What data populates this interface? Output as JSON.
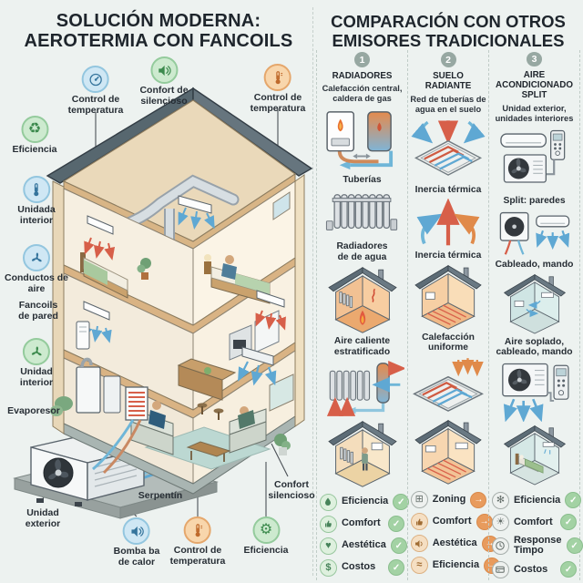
{
  "palette": {
    "background": "#edf2f0",
    "heading_text": "#1e252c",
    "blue_badge": "#cfe7f4",
    "green_badge": "#cdeacf",
    "orange_badge": "#f8d6ac",
    "number_badge": "#97a8a2",
    "check_green": "#a3d2a4",
    "arrow_orange": "#e89b5d",
    "heat_red": "#d75f49",
    "cool_blue": "#5fa8d3",
    "roof_gray": "#57676f",
    "wood_floor": "#d9b384"
  },
  "left": {
    "title": "SOLUCIÓN MODERNA:\nAEROTERMIA CON FANCOILS",
    "illustration": "isometric-cutaway-house-with-aerothermal-fancoil-system",
    "labels": {
      "control_temp_top_left": "Control de\ntemperatura",
      "confort_top": "Confort de\nsilencioso",
      "control_temp_top_right": "Control de\ntemperatura",
      "eficiencia_left": "Eficiencia",
      "unidad_interior_upper": "Unidada\ninterior",
      "conductos": "Conductos de\naire",
      "fancoils": "Fancoils\nde pared",
      "unidad_interior_lower": "Unidad\ninterior",
      "evaporesor": "Evaporesor",
      "unidad_exterior": "Unidad\nexterior",
      "serpentin": "Serpentín",
      "bomba": "Bomba ba\nde calor",
      "control_temp_bottom": "Control de\ntemperatura",
      "eficiencia_bottom": "Eficiencia",
      "confort_bottom": "Confort\nsilencioso"
    },
    "icon_names": [
      "thermostat-dial-icon",
      "speaker-icon",
      "thermometer-icon",
      "recycle-icon",
      "thermometer-icon",
      "fan-icon",
      "fan-icon",
      "speaker-icon",
      "thermometer-icon",
      "gear-check-icon"
    ]
  },
  "right": {
    "title": "COMPARACIÓN CON OTROS\nEMISORES TRADICIONALES",
    "columns": [
      {
        "number": "1",
        "title": "RADIADORES",
        "subtitle": "Calefacción central,\ncaldera de gas",
        "figures": [
          "gas-boiler-and-tank",
          "water-radiator",
          "hot-air-house",
          "radiator-with-cylinder",
          "house-with-radiator-and-person"
        ],
        "captions": [
          "Tuberías",
          "Radiadores\nde de agua",
          "Aire caliente\nestratificado"
        ],
        "checklist": [
          {
            "icon": "water-drop-icon",
            "label": "Eficiencia",
            "status": "✓"
          },
          {
            "icon": "thumbs-up-icon",
            "label": "Comfort",
            "status": "✓"
          },
          {
            "icon": "heart-icon",
            "label": "Aestética",
            "status": "✓"
          },
          {
            "icon": "dollar-icon",
            "label": "Costos",
            "status": "✓"
          }
        ]
      },
      {
        "number": "2",
        "title": "SUELO\nRADIANTE",
        "subtitle": "Red de tuberías de\nagua en el suelo",
        "figures": [
          "floor-coil-with-down-arrows",
          "rising-heat-arrows",
          "radiant-floor-house",
          "floor-coil-tray",
          "radiant-floor-house-2"
        ],
        "captions": [
          "Inercia térmica",
          "Inercia térmica",
          "Calefacción\nuniforme"
        ],
        "checklist": [
          {
            "icon": "zoning-grid-icon",
            "label": "Zoning",
            "status": "→"
          },
          {
            "icon": "thumbs-up-icon",
            "label": "Comfort",
            "status": "→"
          },
          {
            "icon": "speaker-icon",
            "label": "Aestética",
            "status": "→"
          },
          {
            "icon": "wave-icon",
            "label": "Eficiencia",
            "status": "→"
          }
        ]
      },
      {
        "number": "3",
        "title": "AIRE ACONDICIONADO\nSPLIT",
        "subtitle": "Unidad exterior,\nunidades interiores",
        "figures": [
          "indoor-unit-remote-outdoor-unit",
          "fan-and-wall-unit",
          "cooled-house",
          "outdoor-unit-with-remote",
          "bedroom-house-with-split"
        ],
        "captions": [
          "Split: paredes",
          "Cableado, mando",
          "Aire soplado,\ncableado, mando"
        ],
        "checklist": [
          {
            "icon": "fan-swirl-icon",
            "label": "Eficiencia",
            "status": "✓"
          },
          {
            "icon": "sun-icon",
            "label": "Comfort",
            "status": "✓"
          },
          {
            "icon": "clock-icon",
            "label": "Response\nTimpo",
            "status": "✓"
          },
          {
            "icon": "card-icon",
            "label": "Costos",
            "status": "✓"
          }
        ]
      }
    ]
  }
}
